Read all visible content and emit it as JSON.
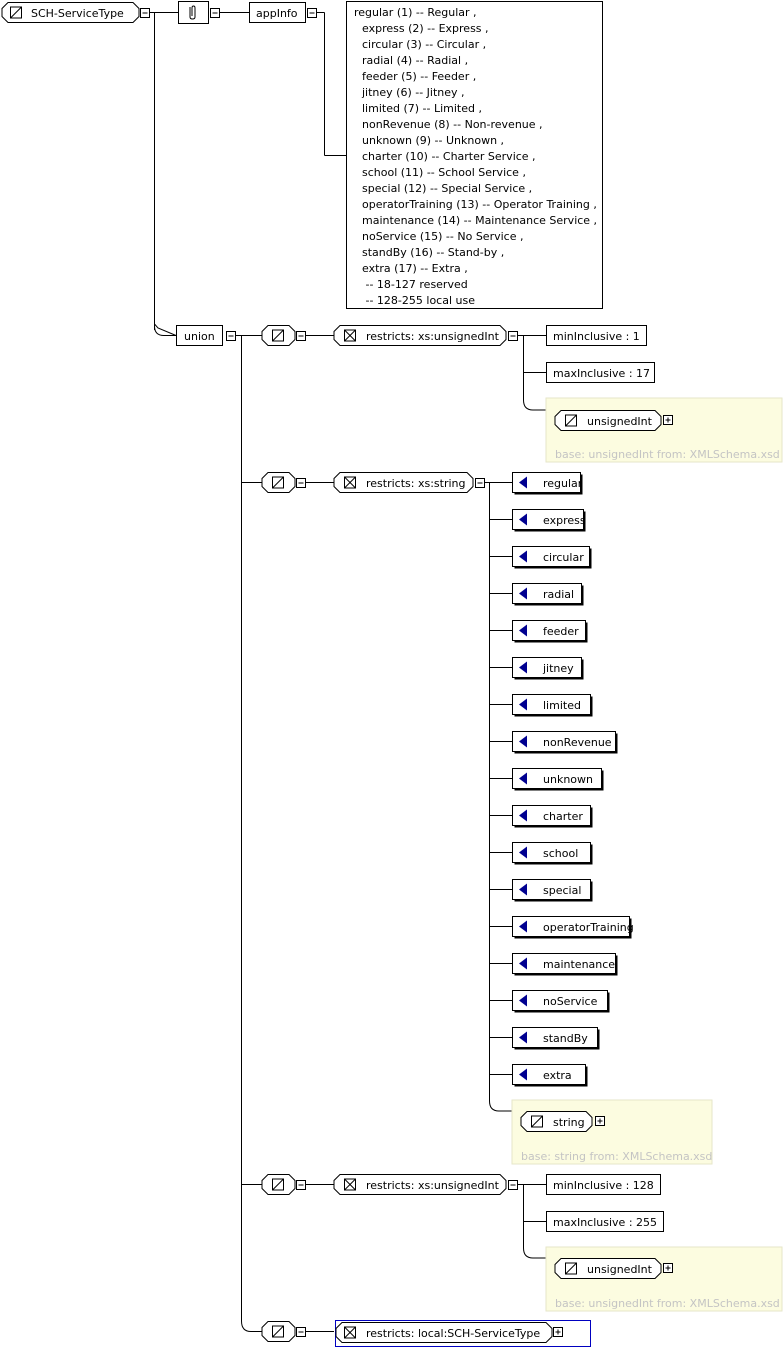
{
  "root": {
    "name": "SCH-ServiceType"
  },
  "annotation": {
    "appinfo_label": "appInfo",
    "doc_lines": [
      "regular (1) -- Regular ,",
      "express (2) -- Express ,",
      "circular (3) -- Circular ,",
      "radial (4) -- Radial ,",
      "feeder (5) -- Feeder ,",
      "jitney (6) -- Jitney ,",
      "limited (7) -- Limited ,",
      "nonRevenue (8) -- Non-revenue ,",
      "unknown (9) -- Unknown ,",
      "charter (10) -- Charter Service ,",
      "school (11) -- School Service ,",
      "special (12) -- Special Service ,",
      "operatorTraining (13) -- Operator Training ,",
      "maintenance (14) -- Maintenance Service ,",
      "noService (15) -- No Service ,",
      "standBy (16) -- Stand-by ,",
      "extra (17) -- Extra ,",
      " -- 18-127 reserved",
      " -- 128-255 local use"
    ]
  },
  "union": {
    "label": "union",
    "members": [
      {
        "restriction": "restricts: xs:unsignedInt",
        "facets": [
          "minInclusive : 1",
          "maxInclusive : 17"
        ],
        "base_type": "unsignedInt",
        "base_note": "base: unsignedInt from: XMLSchema.xsd"
      },
      {
        "restriction": "restricts: xs:string",
        "enumerations": [
          "regular",
          "express",
          "circular",
          "radial",
          "feeder",
          "jitney",
          "limited",
          "nonRevenue",
          "unknown",
          "charter",
          "school",
          "special",
          "operatorTraining",
          "maintenance",
          "noService",
          "standBy",
          "extra"
        ],
        "base_type": "string",
        "base_note": "base: string from: XMLSchema.xsd"
      },
      {
        "restriction": "restricts: xs:unsignedInt",
        "facets": [
          "minInclusive : 128",
          "maxInclusive : 255"
        ],
        "base_type": "unsignedInt",
        "base_note": "base: unsignedInt from: XMLSchema.xsd"
      },
      {
        "restriction": "restricts: local:SCH-ServiceType"
      }
    ]
  },
  "colors": {
    "line": "#000000",
    "base_panel_fill": "#fcfce0",
    "base_panel_border": "#e6e6c8",
    "base_text": "#c4c4c4",
    "enum_marker": "#000090",
    "ref_border": "#0000c0"
  }
}
